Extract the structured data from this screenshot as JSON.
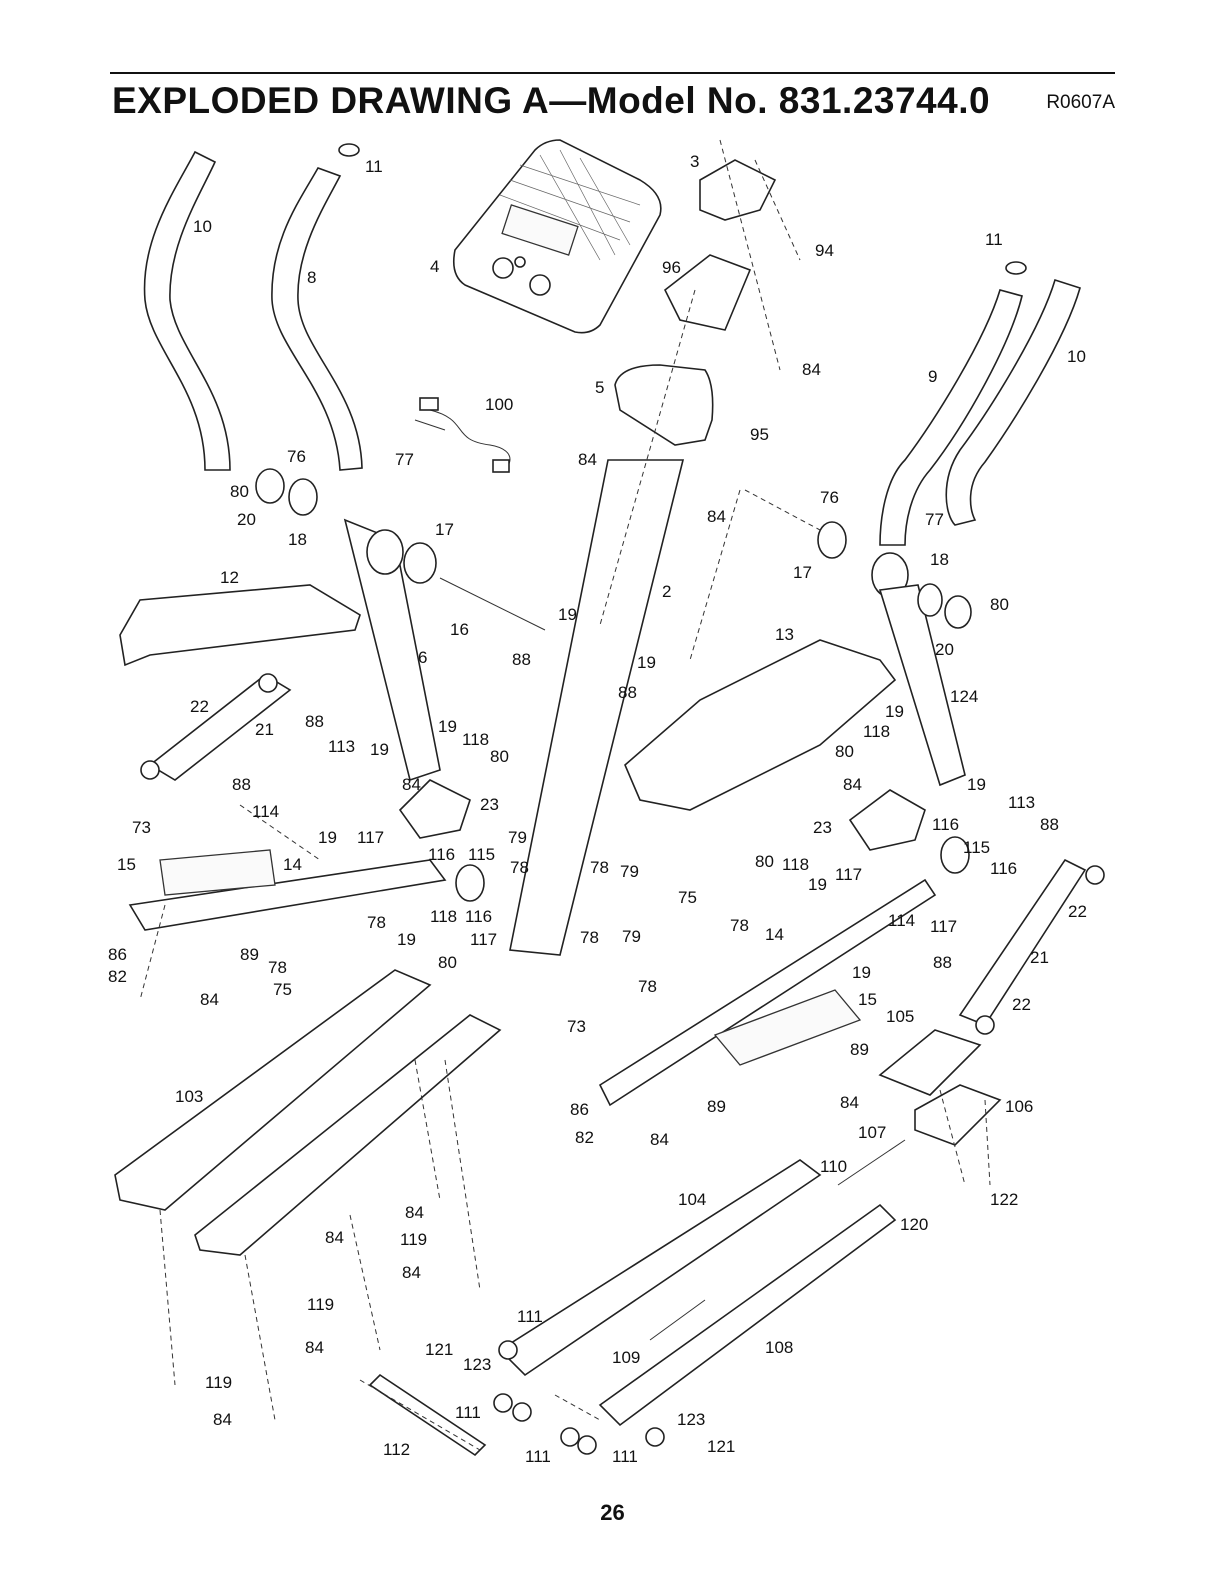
{
  "header": {
    "title": "EXPLODED DRAWING A—Model No. 831.23744.0",
    "code": "R0607A"
  },
  "footer": {
    "page_number": "26"
  },
  "callouts": [
    {
      "id": "c1",
      "label": "11"
    },
    {
      "id": "c2",
      "label": "10"
    },
    {
      "id": "c3",
      "label": "8"
    },
    {
      "id": "c4",
      "label": "4"
    },
    {
      "id": "c5",
      "label": "3"
    },
    {
      "id": "c6",
      "label": "94"
    },
    {
      "id": "c7",
      "label": "96"
    },
    {
      "id": "c8",
      "label": "11"
    },
    {
      "id": "c9",
      "label": "10"
    },
    {
      "id": "c10",
      "label": "9"
    },
    {
      "id": "c11",
      "label": "84"
    },
    {
      "id": "c12",
      "label": "100"
    },
    {
      "id": "c13",
      "label": "5"
    },
    {
      "id": "c14",
      "label": "95"
    },
    {
      "id": "c15",
      "label": "76"
    },
    {
      "id": "c16",
      "label": "77"
    },
    {
      "id": "c17",
      "label": "80"
    },
    {
      "id": "c18",
      "label": "20"
    },
    {
      "id": "c19",
      "label": "18"
    },
    {
      "id": "c20",
      "label": "17"
    },
    {
      "id": "c21",
      "label": "84"
    },
    {
      "id": "c22",
      "label": "84"
    },
    {
      "id": "c23",
      "label": "76"
    },
    {
      "id": "c24",
      "label": "77"
    },
    {
      "id": "c25",
      "label": "17"
    },
    {
      "id": "c26",
      "label": "18"
    },
    {
      "id": "c27",
      "label": "80"
    },
    {
      "id": "c28",
      "label": "20"
    },
    {
      "id": "c29",
      "label": "12"
    },
    {
      "id": "c30",
      "label": "16"
    },
    {
      "id": "c31",
      "label": "19"
    },
    {
      "id": "c32",
      "label": "2"
    },
    {
      "id": "c33",
      "label": "88"
    },
    {
      "id": "c34",
      "label": "6"
    },
    {
      "id": "c35",
      "label": "19"
    },
    {
      "id": "c36",
      "label": "13"
    },
    {
      "id": "c37",
      "label": "88"
    },
    {
      "id": "c38",
      "label": "124"
    },
    {
      "id": "c39",
      "label": "22"
    },
    {
      "id": "c40",
      "label": "21"
    },
    {
      "id": "c41",
      "label": "88"
    },
    {
      "id": "c42",
      "label": "113"
    },
    {
      "id": "c43",
      "label": "19"
    },
    {
      "id": "c44",
      "label": "19"
    },
    {
      "id": "c45",
      "label": "118"
    },
    {
      "id": "c46",
      "label": "80"
    },
    {
      "id": "c47",
      "label": "19"
    },
    {
      "id": "c48",
      "label": "118"
    },
    {
      "id": "c49",
      "label": "80"
    },
    {
      "id": "c50",
      "label": "88"
    },
    {
      "id": "c51",
      "label": "84"
    },
    {
      "id": "c52",
      "label": "23"
    },
    {
      "id": "c53",
      "label": "84"
    },
    {
      "id": "c54",
      "label": "19"
    },
    {
      "id": "c55",
      "label": "113"
    },
    {
      "id": "c56",
      "label": "114"
    },
    {
      "id": "c57",
      "label": "73"
    },
    {
      "id": "c58",
      "label": "19"
    },
    {
      "id": "c59",
      "label": "117"
    },
    {
      "id": "c60",
      "label": "79"
    },
    {
      "id": "c61",
      "label": "23"
    },
    {
      "id": "c62",
      "label": "116"
    },
    {
      "id": "c63",
      "label": "88"
    },
    {
      "id": "c64",
      "label": "15"
    },
    {
      "id": "c65",
      "label": "14"
    },
    {
      "id": "c66",
      "label": "116"
    },
    {
      "id": "c67",
      "label": "115"
    },
    {
      "id": "c68",
      "label": "78"
    },
    {
      "id": "c69",
      "label": "78"
    },
    {
      "id": "c70",
      "label": "79"
    },
    {
      "id": "c71",
      "label": "80"
    },
    {
      "id": "c72",
      "label": "118"
    },
    {
      "id": "c73",
      "label": "117"
    },
    {
      "id": "c74",
      "label": "115"
    },
    {
      "id": "c75",
      "label": "116"
    },
    {
      "id": "c76",
      "label": "19"
    },
    {
      "id": "c77",
      "label": "22"
    },
    {
      "id": "c78",
      "label": "78"
    },
    {
      "id": "c79",
      "label": "118"
    },
    {
      "id": "c80",
      "label": "116"
    },
    {
      "id": "c81",
      "label": "75"
    },
    {
      "id": "c82",
      "label": "78"
    },
    {
      "id": "c83",
      "label": "117"
    },
    {
      "id": "c84",
      "label": "114"
    },
    {
      "id": "c85",
      "label": "117"
    },
    {
      "id": "c86",
      "label": "86"
    },
    {
      "id": "c87",
      "label": "89"
    },
    {
      "id": "c88",
      "label": "19"
    },
    {
      "id": "c89",
      "label": "78"
    },
    {
      "id": "c90",
      "label": "79"
    },
    {
      "id": "c91",
      "label": "14"
    },
    {
      "id": "c92",
      "label": "21"
    },
    {
      "id": "c93",
      "label": "82"
    },
    {
      "id": "c94",
      "label": "78"
    },
    {
      "id": "c95",
      "label": "80"
    },
    {
      "id": "c96",
      "label": "19"
    },
    {
      "id": "c97",
      "label": "88"
    },
    {
      "id": "c98",
      "label": "84"
    },
    {
      "id": "c99",
      "label": "75"
    },
    {
      "id": "c100",
      "label": "78"
    },
    {
      "id": "c101",
      "label": "15"
    },
    {
      "id": "c102",
      "label": "22"
    },
    {
      "id": "c103",
      "label": "105"
    },
    {
      "id": "c104",
      "label": "73"
    },
    {
      "id": "c105",
      "label": "89"
    },
    {
      "id": "c106",
      "label": "103"
    },
    {
      "id": "c107",
      "label": "89"
    },
    {
      "id": "c108",
      "label": "84"
    },
    {
      "id": "c109",
      "label": "106"
    },
    {
      "id": "c110",
      "label": "86"
    },
    {
      "id": "c111",
      "label": "82"
    },
    {
      "id": "c112",
      "label": "84"
    },
    {
      "id": "c113",
      "label": "107"
    },
    {
      "id": "c114",
      "label": "110"
    },
    {
      "id": "c115",
      "label": "104"
    },
    {
      "id": "c116",
      "label": "84"
    },
    {
      "id": "c117",
      "label": "122"
    },
    {
      "id": "c118",
      "label": "84"
    },
    {
      "id": "c119",
      "label": "119"
    },
    {
      "id": "c120",
      "label": "120"
    },
    {
      "id": "c121",
      "label": "84"
    },
    {
      "id": "c122",
      "label": "119"
    },
    {
      "id": "c123",
      "label": "111"
    },
    {
      "id": "c124",
      "label": "84"
    },
    {
      "id": "c125",
      "label": "121"
    },
    {
      "id": "c126",
      "label": "123"
    },
    {
      "id": "c127",
      "label": "109"
    },
    {
      "id": "c128",
      "label": "108"
    },
    {
      "id": "c129",
      "label": "119"
    },
    {
      "id": "c130",
      "label": "111"
    },
    {
      "id": "c131",
      "label": "84"
    },
    {
      "id": "c132",
      "label": "123"
    },
    {
      "id": "c133",
      "label": "112"
    },
    {
      "id": "c134",
      "label": "111"
    },
    {
      "id": "c135",
      "label": "111"
    },
    {
      "id": "c136",
      "label": "121"
    }
  ]
}
